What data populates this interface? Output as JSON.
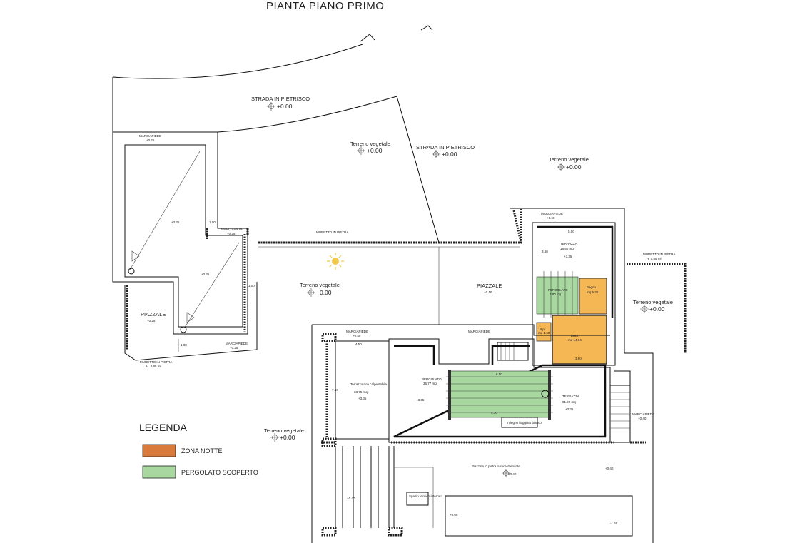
{
  "title": "PIANTA PIANO PRIMO",
  "labels": {
    "strada1": "STRADA IN PIETRISCO",
    "strada1_lvl": "+0.00",
    "strada2": "STRADA IN PIETRISCO",
    "strada2_lvl": "+0.00",
    "terreno_top": "Terreno vegetale",
    "terreno_top_lvl": "+0.00",
    "terreno_right": "Terreno vegetale",
    "terreno_right_lvl": "+0.00",
    "terreno_mid": "Terreno vegetale",
    "terreno_mid_lvl": "+0.00",
    "terreno_far_right": "Terreno vegetale",
    "terreno_far_right_lvl": "+0.00",
    "terreno_left": "Terreno vegetale",
    "terreno_left_lvl": "+0.00",
    "piazzale_left": "PIAZZALE",
    "piazzale_left_lvl": "+0.25",
    "piazzale_mid": "PIAZZALE",
    "piazzale_mid_lvl": "+0.10",
    "lvl_335a": "+3.35",
    "lvl_335b": "+3.35",
    "marciapiede_top": "MARCIAPIEDE",
    "marciapiede_top_lvl": "+0.25",
    "marciapiede_mid": "MARCIAPIEDE",
    "marciapiede_mid_lvl": "+0.25",
    "marciapiede_bottom": "MARCIAPIEDE",
    "marciapiede_bottom_lvl": "+0.25",
    "marciapiede_right": "MARCIAPIEDE",
    "marciapiede_right_lvl": "+0.60",
    "marciapiede_house": "MARCIAPIEDE",
    "marciapiede_house_lvl": "+0.40",
    "marciapiede_house2": "MARCIAPIEDE",
    "marciapiede_east": "MARCIAPIEDE",
    "marciapiede_east_lvl": "+0.40",
    "muretto1": "MURETTO IN PIETRA",
    "muretto2": "MURETTO IN PIETRA",
    "muretto2_h": "H. 0.85 ml",
    "muretto3": "MURETTO IN PIETRA",
    "muretto3_h": "H. 0.85 ml",
    "terrazza_top": "TERRAZZA",
    "terrazza_top_mq": "18.50 mq",
    "terrazza_top_lvl": "+3.35",
    "pergolato_small": "PERGOLATO",
    "pergolato_small_mq": "7.80 mq",
    "bagno": "Bagno",
    "bagno_mq": "mq 5.30",
    "letto": "Letto",
    "letto_mq": "mq 14.64",
    "rip": "Rip.",
    "rip_mq": "mq 1.60",
    "terrazzo_non_calpestabile": "Terrazzo non calpestabile",
    "terrazzo_non_calp_mq": "33.75 mq",
    "terrazzo_non_calp_lvl": "+3.35",
    "pergolato_big": "PERGOLATO",
    "pergolato_big_mq": "35.77 mq",
    "pergolato_big_lvl": "+3.35",
    "terrazza_main": "TERRAZZA",
    "terrazza_main_mq": "81.90 mq",
    "terrazza_main_lvl": "+3.35",
    "legno": "In legno fiaggiato bianco",
    "piazzale_drenante": "Piazzale in pietra rustica drenante",
    "piazzale_drenante_lvl": "+0.40",
    "lvl_040a": "+0.40",
    "lvl_040b": "+0.40",
    "lvl_000": "+0.00",
    "lvl_160": "-1.60",
    "tiny_box": "Spazio tecnico interrato",
    "dim_500": "5.00",
    "dim_360": "3.60",
    "dim_390": "3.90",
    "dim_450": "4.50",
    "dim_750": "7.50",
    "dim_650": "6.50",
    "dim_570": "5.70",
    "dim_100a": "1.00",
    "dim_100b": "1.00",
    "dim_100c": "1.00"
  },
  "legend": {
    "title": "LEGENDA",
    "items": [
      {
        "label": "ZONA NOTTE",
        "color": "#d97a3a"
      },
      {
        "label": "PERGOLATO SCOPERTO",
        "color": "#a8d8a0"
      }
    ]
  },
  "colors": {
    "zona_notte": "#f5b654",
    "pergolato": "#a8d8a0",
    "sun": "#f2c84b"
  }
}
